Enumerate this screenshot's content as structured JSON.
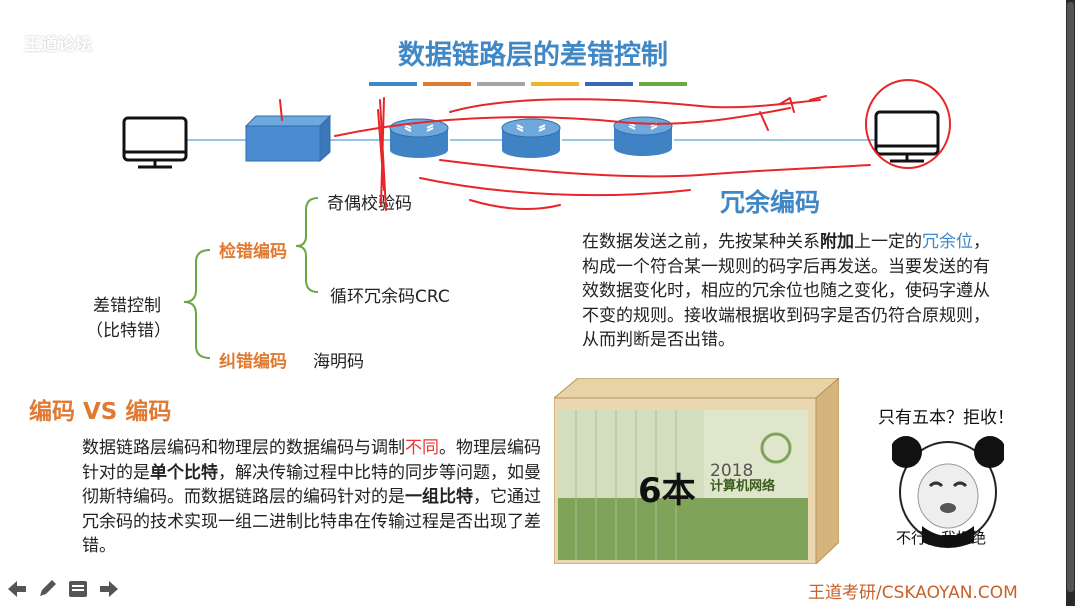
{
  "slide": {
    "logo_text": "王道论坛",
    "title": "数据链路层的差错控制",
    "title_bar_colors": [
      "#3f87c5",
      "#e07a32",
      "#a5a5a5",
      "#f0b428",
      "#3567b4",
      "#6aa745"
    ],
    "tree": {
      "root_line1": "差错控制",
      "root_line2": "（比特错）",
      "detect": "检错编码",
      "detect_items": [
        "奇偶校验码",
        "循环冗余码CRC"
      ],
      "correct": "纠错编码",
      "correct_item": "海明码"
    },
    "redundant": {
      "title": "冗余编码",
      "p1": "在数据发送之前，先按某种关系",
      "p1_bold": "附加",
      "p1_b": "上一定的",
      "p1_blue": "冗余位",
      "p1_c": "，构成一个符合某一规则的码字后再发送。当要发送的有效数据变化时，相应的冗余位也随之变化，使码字遵从不变的规则。接收端根据收到码字是否仍符合原规则，从而判断是否出错。"
    },
    "vs": {
      "title": "编码 VS 编码",
      "a": "数据链路层编码和物理层的数据编码与调制",
      "a_red": "不同",
      "b": "。物理层编码针对的是",
      "b_bold": "单个比特",
      "c": "，解决传输过程中比特的同步等问题，如曼彻斯特编码。而数据链路层的编码针对的是",
      "c_bold": "一组比特",
      "d": "，它通过冗余码的技术实现一组二进制比特串在传输过程是否出现了差错。"
    },
    "box": {
      "label": "6本",
      "book_year": "2018",
      "book_title": "计算机网络"
    },
    "meme": {
      "caption": "只有五本？拒收！",
      "bottom": "不行，我拒绝"
    },
    "footer": "王道考研/CSKAOYAN.COM",
    "toolbar_icons": [
      "arrow-left-icon",
      "pen-icon",
      "menu-icon",
      "arrow-right-icon"
    ]
  }
}
